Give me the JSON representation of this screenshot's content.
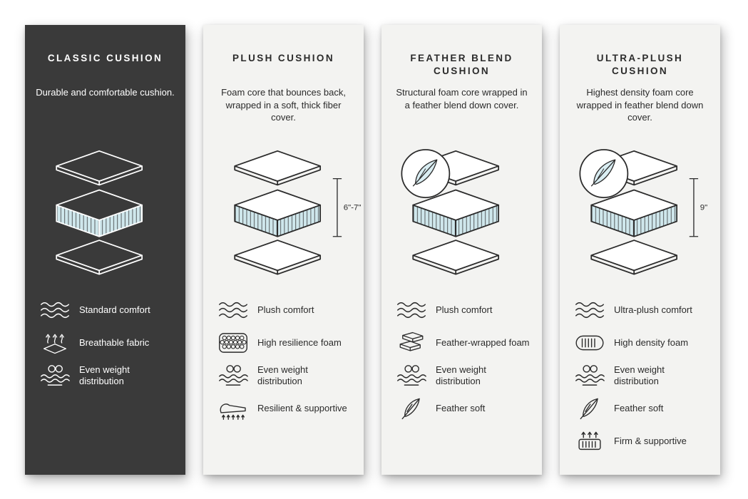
{
  "colors": {
    "dark_panel": "#3a3a3a",
    "light_panel": "#f3f3f1",
    "accent_blue": "#cfe7ec",
    "line": "#2b2b2b"
  },
  "columns": [
    {
      "title": "CLASSIC CUSHION",
      "description": "Durable and comfortable cushion.",
      "theme": "dark",
      "badge_icon": "",
      "height_label": "",
      "features": [
        {
          "icon": "comfort-waves-icon",
          "label": "Standard comfort"
        },
        {
          "icon": "breathable-fabric-icon",
          "label": "Breathable fabric"
        },
        {
          "icon": "weight-distribution-icon",
          "label": "Even weight distribution"
        }
      ]
    },
    {
      "title": "PLUSH CUSHION",
      "description": "Foam core that bounces back, wrapped in a soft, thick fiber cover.",
      "theme": "light",
      "badge_icon": "",
      "height_label": "6\"-7\"",
      "features": [
        {
          "icon": "comfort-waves-icon",
          "label": "Plush comfort"
        },
        {
          "icon": "foam-cells-icon",
          "label": "High resilience foam"
        },
        {
          "icon": "weight-distribution-icon",
          "label": "Even weight distribution"
        },
        {
          "icon": "resilient-supportive-icon",
          "label": "Resilient & supportive"
        }
      ]
    },
    {
      "title": "FEATHER BLEND CUSHION",
      "description": "Structural foam core wrapped in a feather blend down cover.",
      "theme": "light",
      "badge_icon": "feather-badge",
      "height_label": "",
      "features": [
        {
          "icon": "comfort-waves-icon",
          "label": "Plush comfort"
        },
        {
          "icon": "feather-wrapped-foam-icon",
          "label": "Feather-wrapped foam"
        },
        {
          "icon": "weight-distribution-icon",
          "label": "Even weight distribution"
        },
        {
          "icon": "feather-icon",
          "label": "Feather soft"
        }
      ]
    },
    {
      "title": "ULTRA-PLUSH CUSHION",
      "description": "Highest density foam core wrapped in feather blend down cover.",
      "theme": "light",
      "badge_icon": "feather-badge",
      "height_label": "9\"",
      "features": [
        {
          "icon": "comfort-waves-icon",
          "label": "Ultra-plush comfort"
        },
        {
          "icon": "high-density-foam-icon",
          "label": "High density foam"
        },
        {
          "icon": "weight-distribution-icon",
          "label": "Even weight distribution"
        },
        {
          "icon": "feather-icon",
          "label": "Feather soft"
        },
        {
          "icon": "firm-supportive-icon",
          "label": "Firm & supportive"
        }
      ]
    }
  ]
}
